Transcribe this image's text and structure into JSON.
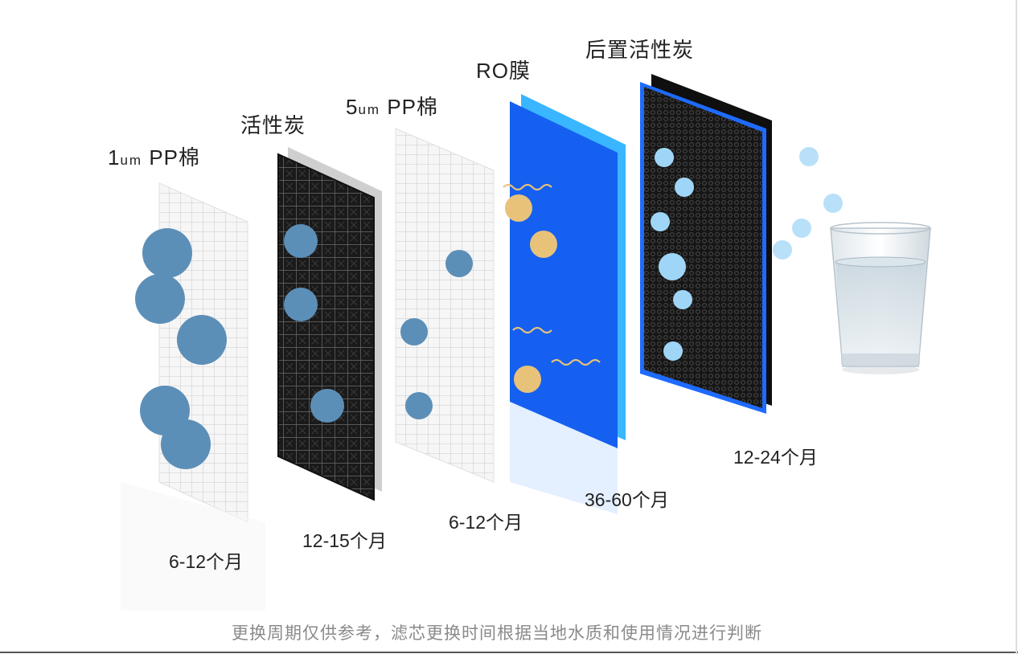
{
  "stages": [
    {
      "name_main": "1",
      "name_unit": "um",
      "name_rest": " PP棉",
      "period": "6-12个月"
    },
    {
      "name_main": "活性炭",
      "name_unit": "",
      "name_rest": "",
      "period": "12-15个月"
    },
    {
      "name_main": "5",
      "name_unit": "um",
      "name_rest": " PP棉",
      "period": "6-12个月"
    },
    {
      "name_main": "RO膜",
      "name_unit": "",
      "name_rest": "",
      "period": "36-60个月"
    },
    {
      "name_main": "后置活性炭",
      "name_unit": "",
      "name_rest": "",
      "period": "12-24个月"
    }
  ],
  "footer_note": "更换周期仅供参考，滤芯更换时间根据当地水质和使用情况进行判断",
  "colors": {
    "pp_cotton": "#f3f3f3",
    "carbon": "#1d1d1d",
    "ro_membrane": "#1560f0",
    "ro_back": "#39b6ff",
    "particle_large": "#5c8fb8",
    "particle_light": "#9fd6f7",
    "impurity": "#e9c27a"
  },
  "icons": [
    "water-glass-icon",
    "water-droplet-icon",
    "wave-icon"
  ]
}
